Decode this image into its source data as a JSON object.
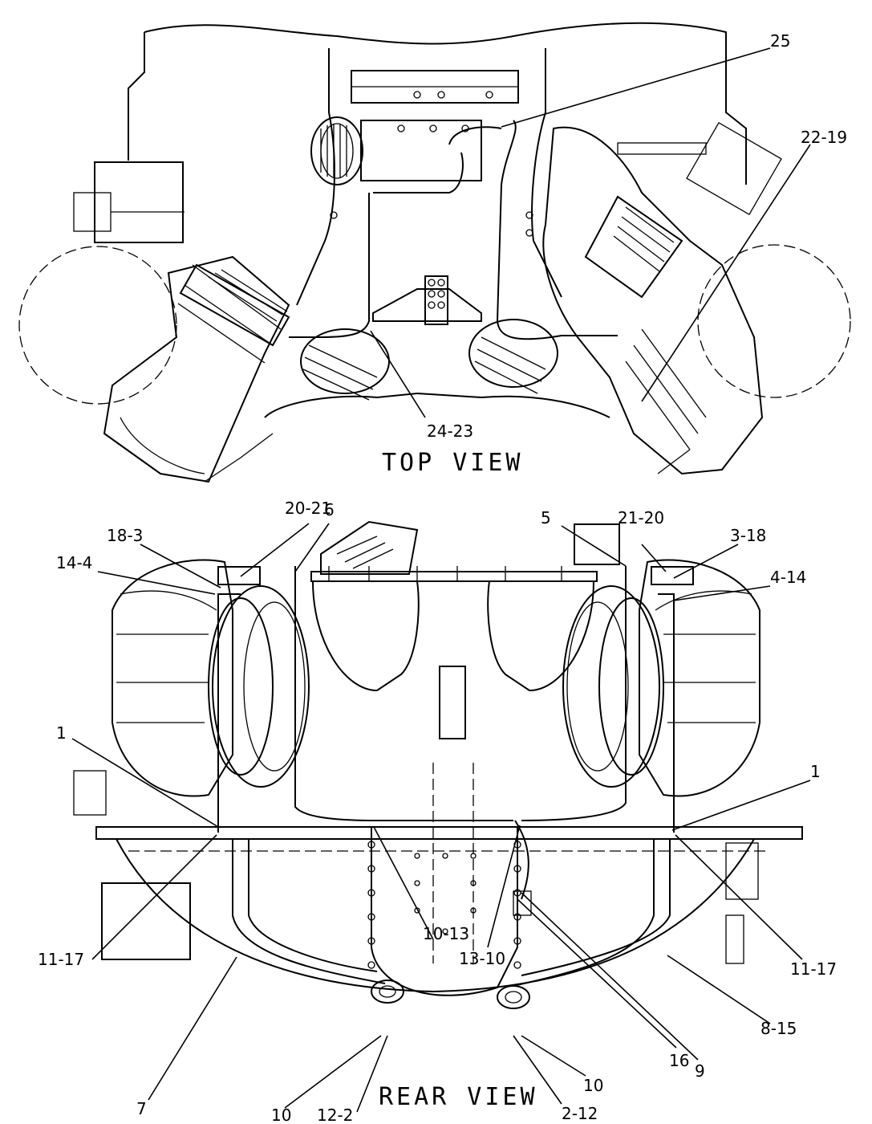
{
  "views": {
    "top": {
      "title": "TOP VIEW"
    },
    "rear": {
      "title": "REAR VIEW"
    }
  },
  "callouts": {
    "top": [
      "25",
      "22-19",
      "24-23"
    ],
    "rear": [
      "20-21",
      "6",
      "18-3",
      "14-4",
      "5",
      "21-20",
      "3-18",
      "4-14",
      "1",
      "1",
      "11-17",
      "10-13",
      "13-10",
      "11-17",
      "8-15",
      "7",
      "10",
      "12-2",
      "2-12",
      "10",
      "16",
      "9"
    ]
  }
}
